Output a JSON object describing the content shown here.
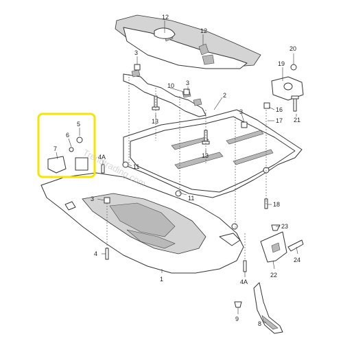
{
  "watermark": "Trendtrading.com",
  "highlight_color": "#f3e600",
  "line_color": "#333333",
  "part_labels": [
    {
      "id": "12a",
      "text": "12"
    },
    {
      "id": "12b",
      "text": "12"
    },
    {
      "id": "20",
      "text": "20"
    },
    {
      "id": "19",
      "text": "19"
    },
    {
      "id": "3a",
      "text": "3"
    },
    {
      "id": "10",
      "text": "10"
    },
    {
      "id": "3b",
      "text": "3"
    },
    {
      "id": "2",
      "text": "2"
    },
    {
      "id": "16",
      "text": "16"
    },
    {
      "id": "3c",
      "text": "3"
    },
    {
      "id": "17",
      "text": "17"
    },
    {
      "id": "21",
      "text": "21"
    },
    {
      "id": "13a",
      "text": "13"
    },
    {
      "id": "5",
      "text": "5"
    },
    {
      "id": "6",
      "text": "6"
    },
    {
      "id": "7",
      "text": "7"
    },
    {
      "id": "4Aa",
      "text": "4A"
    },
    {
      "id": "11a",
      "text": "11"
    },
    {
      "id": "13b",
      "text": "13"
    },
    {
      "id": "3d",
      "text": "3"
    },
    {
      "id": "11b",
      "text": "11"
    },
    {
      "id": "18",
      "text": "18"
    },
    {
      "id": "23",
      "text": "23"
    },
    {
      "id": "24",
      "text": "24"
    },
    {
      "id": "4",
      "text": "4"
    },
    {
      "id": "22",
      "text": "22"
    },
    {
      "id": "1",
      "text": "1"
    },
    {
      "id": "4Ab",
      "text": "4A"
    },
    {
      "id": "9",
      "text": "9"
    },
    {
      "id": "8",
      "text": "8"
    }
  ]
}
